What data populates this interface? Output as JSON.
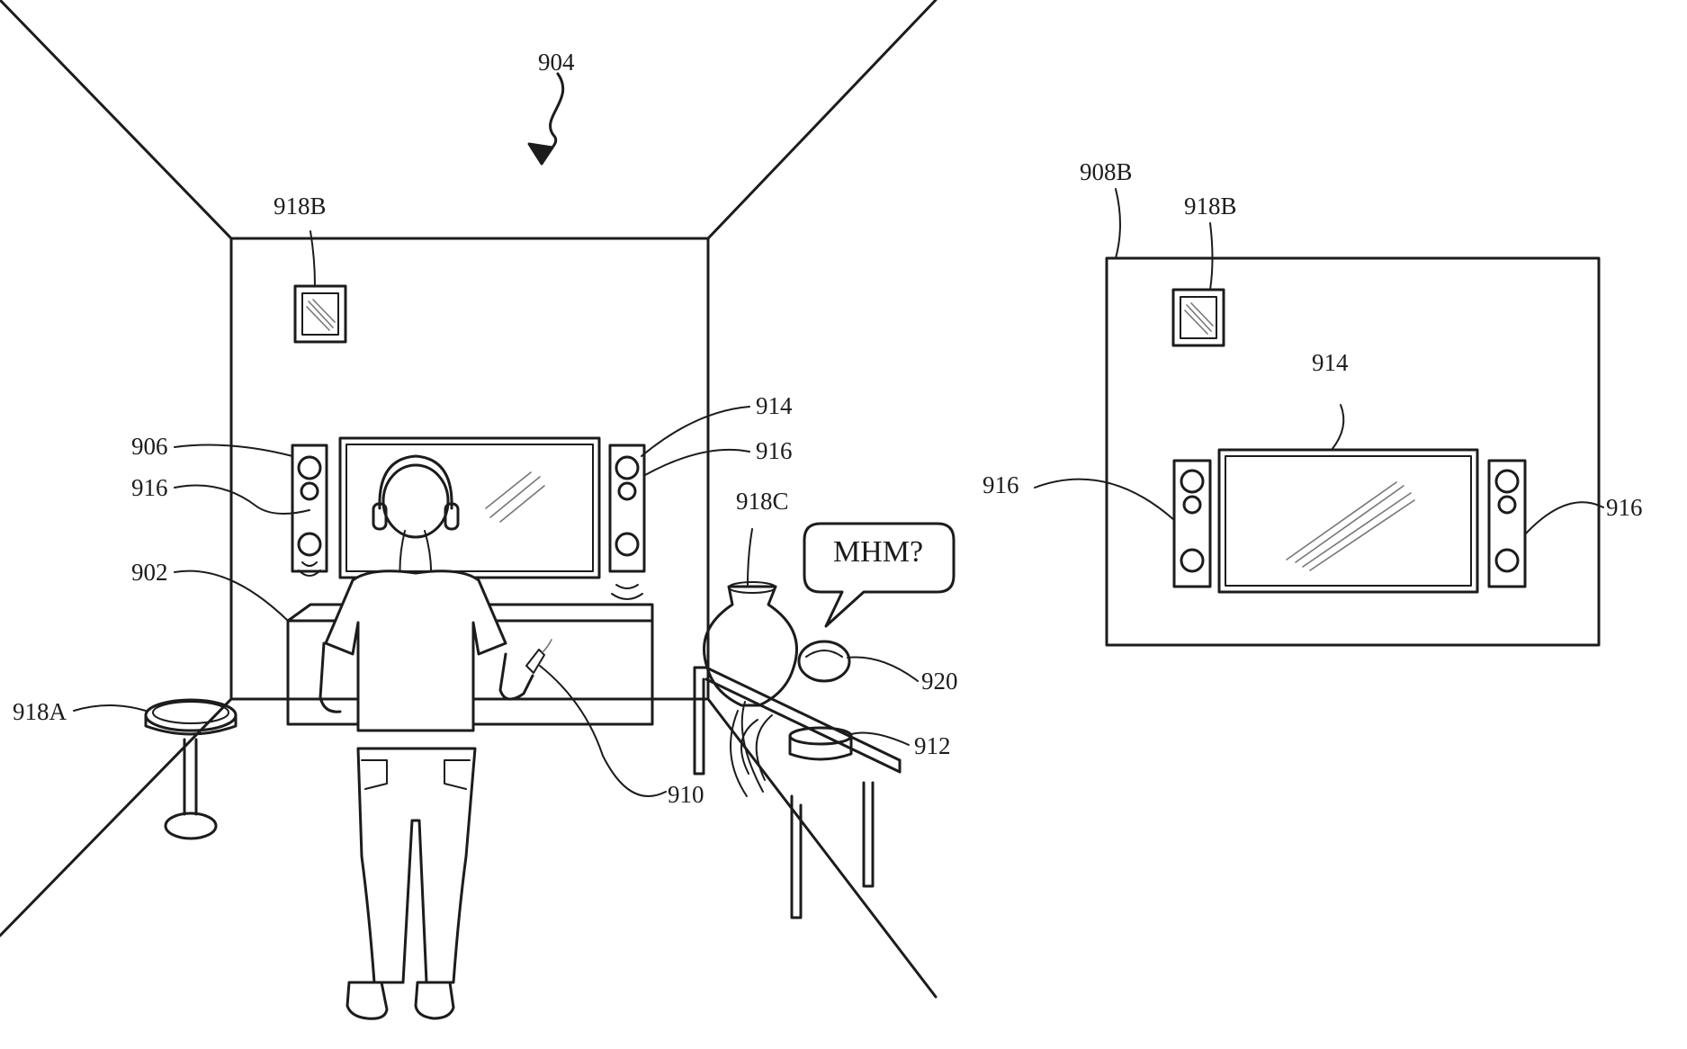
{
  "labels": {
    "l904": "904",
    "l918b_left": "918B",
    "l906": "906",
    "l916_left_top": "916",
    "l902": "902",
    "l918a": "918A",
    "l914_left": "914",
    "l916_left_right": "916",
    "l918c": "918C",
    "l920": "920",
    "l912": "912",
    "l910": "910",
    "l908b": "908B",
    "l918b_right": "918B",
    "l914_right": "914",
    "l916_right_left": "916",
    "l916_right_right": "916"
  },
  "speech_bubble": {
    "text": "MHM?"
  }
}
